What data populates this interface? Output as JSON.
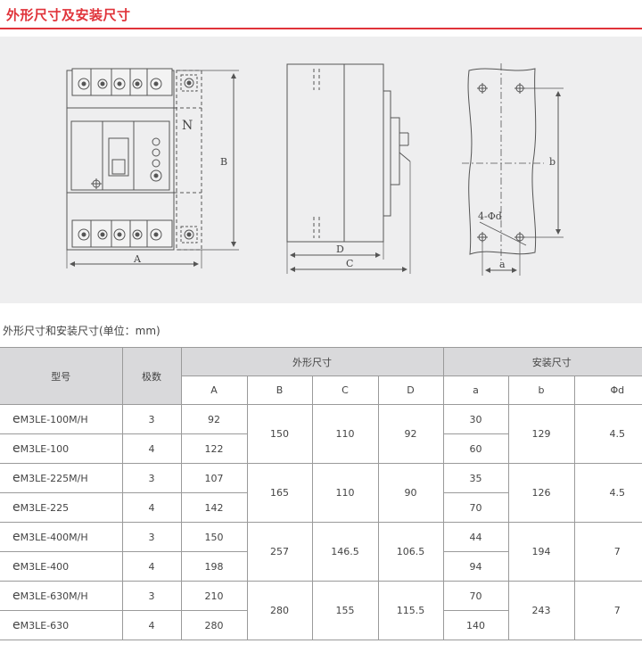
{
  "section_title": "外形尺寸及安装尺寸",
  "drawing": {
    "n_label": "N",
    "dim_front_width": "A",
    "dim_front_height": "B",
    "dim_side_depth": "D",
    "dim_side_total": "C",
    "dim_mount_b": "b",
    "dim_mount_a": "a",
    "dim_holes": "4-Φd"
  },
  "table_caption": "外形尺寸和安装尺寸(单位：mm)",
  "table": {
    "headers": {
      "model": "型号",
      "poles": "极数",
      "outline_group": "外形尺寸",
      "install_group": "安装尺寸",
      "A": "A",
      "B": "B",
      "C": "C",
      "D": "D",
      "a": "a",
      "b": "b",
      "phid": "Φd"
    },
    "groups": [
      {
        "rows": [
          {
            "prefix": "e",
            "model": "M3LE-100M/H",
            "poles": "3",
            "A": "92",
            "a": "30"
          },
          {
            "prefix": "e",
            "model": "M3LE-100",
            "poles": "4",
            "A": "122",
            "a": "60"
          }
        ],
        "B": "150",
        "C": "110",
        "D": "92",
        "b": "129",
        "phid": "4.5"
      },
      {
        "rows": [
          {
            "prefix": "e",
            "model": "M3LE-225M/H",
            "poles": "3",
            "A": "107",
            "a": "35"
          },
          {
            "prefix": "e",
            "model": "M3LE-225",
            "poles": "4",
            "A": "142",
            "a": "70"
          }
        ],
        "B": "165",
        "C": "110",
        "D": "90",
        "b": "126",
        "phid": "4.5"
      },
      {
        "rows": [
          {
            "prefix": "e",
            "model": "M3LE-400M/H",
            "poles": "3",
            "A": "150",
            "a": "44"
          },
          {
            "prefix": "e",
            "model": "M3LE-400",
            "poles": "4",
            "A": "198",
            "a": "94"
          }
        ],
        "B": "257",
        "C": "146.5",
        "D": "106.5",
        "b": "194",
        "phid": "7"
      },
      {
        "rows": [
          {
            "prefix": "e",
            "model": "M3LE-630M/H",
            "poles": "3",
            "A": "210",
            "a": "70"
          },
          {
            "prefix": "e",
            "model": "M3LE-630",
            "poles": "4",
            "A": "280",
            "a": "140"
          }
        ],
        "B": "280",
        "C": "155",
        "D": "115.5",
        "b": "243",
        "phid": "7"
      }
    ]
  }
}
